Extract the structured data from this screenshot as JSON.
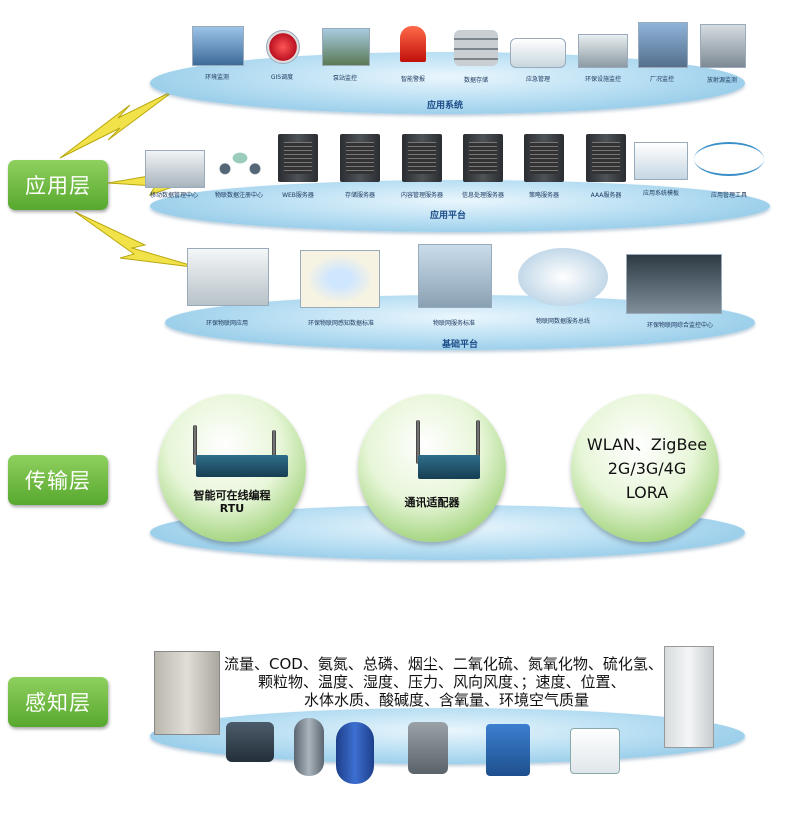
{
  "layers": {
    "application": "应用层",
    "transport": "传输层",
    "perception": "感知层"
  },
  "app_system": {
    "title": "应用系统",
    "items": [
      "环境监测",
      "GIS调度",
      "泵站监控",
      "智能警报",
      "数据存储",
      "应急管理",
      "环保设施监控",
      "厂况监控",
      "放射源监测"
    ]
  },
  "app_platform": {
    "title": "应用平台",
    "items": [
      "移动数据管理中心",
      "物联数据注册中心",
      "WEB服务器",
      "存储服务器",
      "内容管理服务器",
      "信息处理服务器",
      "策略服务器",
      "AAA服务器",
      "应用系统模板",
      "应用管理工具"
    ]
  },
  "base_platform": {
    "title": "基础平台",
    "items": [
      "环保物联网应用",
      "环保物联网感知数据标准",
      "物联网服务标准",
      "物联网数据服务总线",
      "环保物联网综合监控中心"
    ]
  },
  "transport": {
    "device1_line1": "智能可在线编程",
    "device1_line2": "RTU",
    "device2": "通讯适配器",
    "network_line1": "WLAN、ZigBee",
    "network_line2": "2G/3G/4G",
    "network_line3": "LORA"
  },
  "perception": {
    "line1": "流量、COD、氨氮、总磷、烟尘、二氧化硫、氮氧化物、硫化氢、",
    "line2": "颗粒物、温度、湿度、压力、风向风度、；速度、位置、",
    "line3": "水体水质、酸碱度、含氧量、环境空气质量"
  }
}
